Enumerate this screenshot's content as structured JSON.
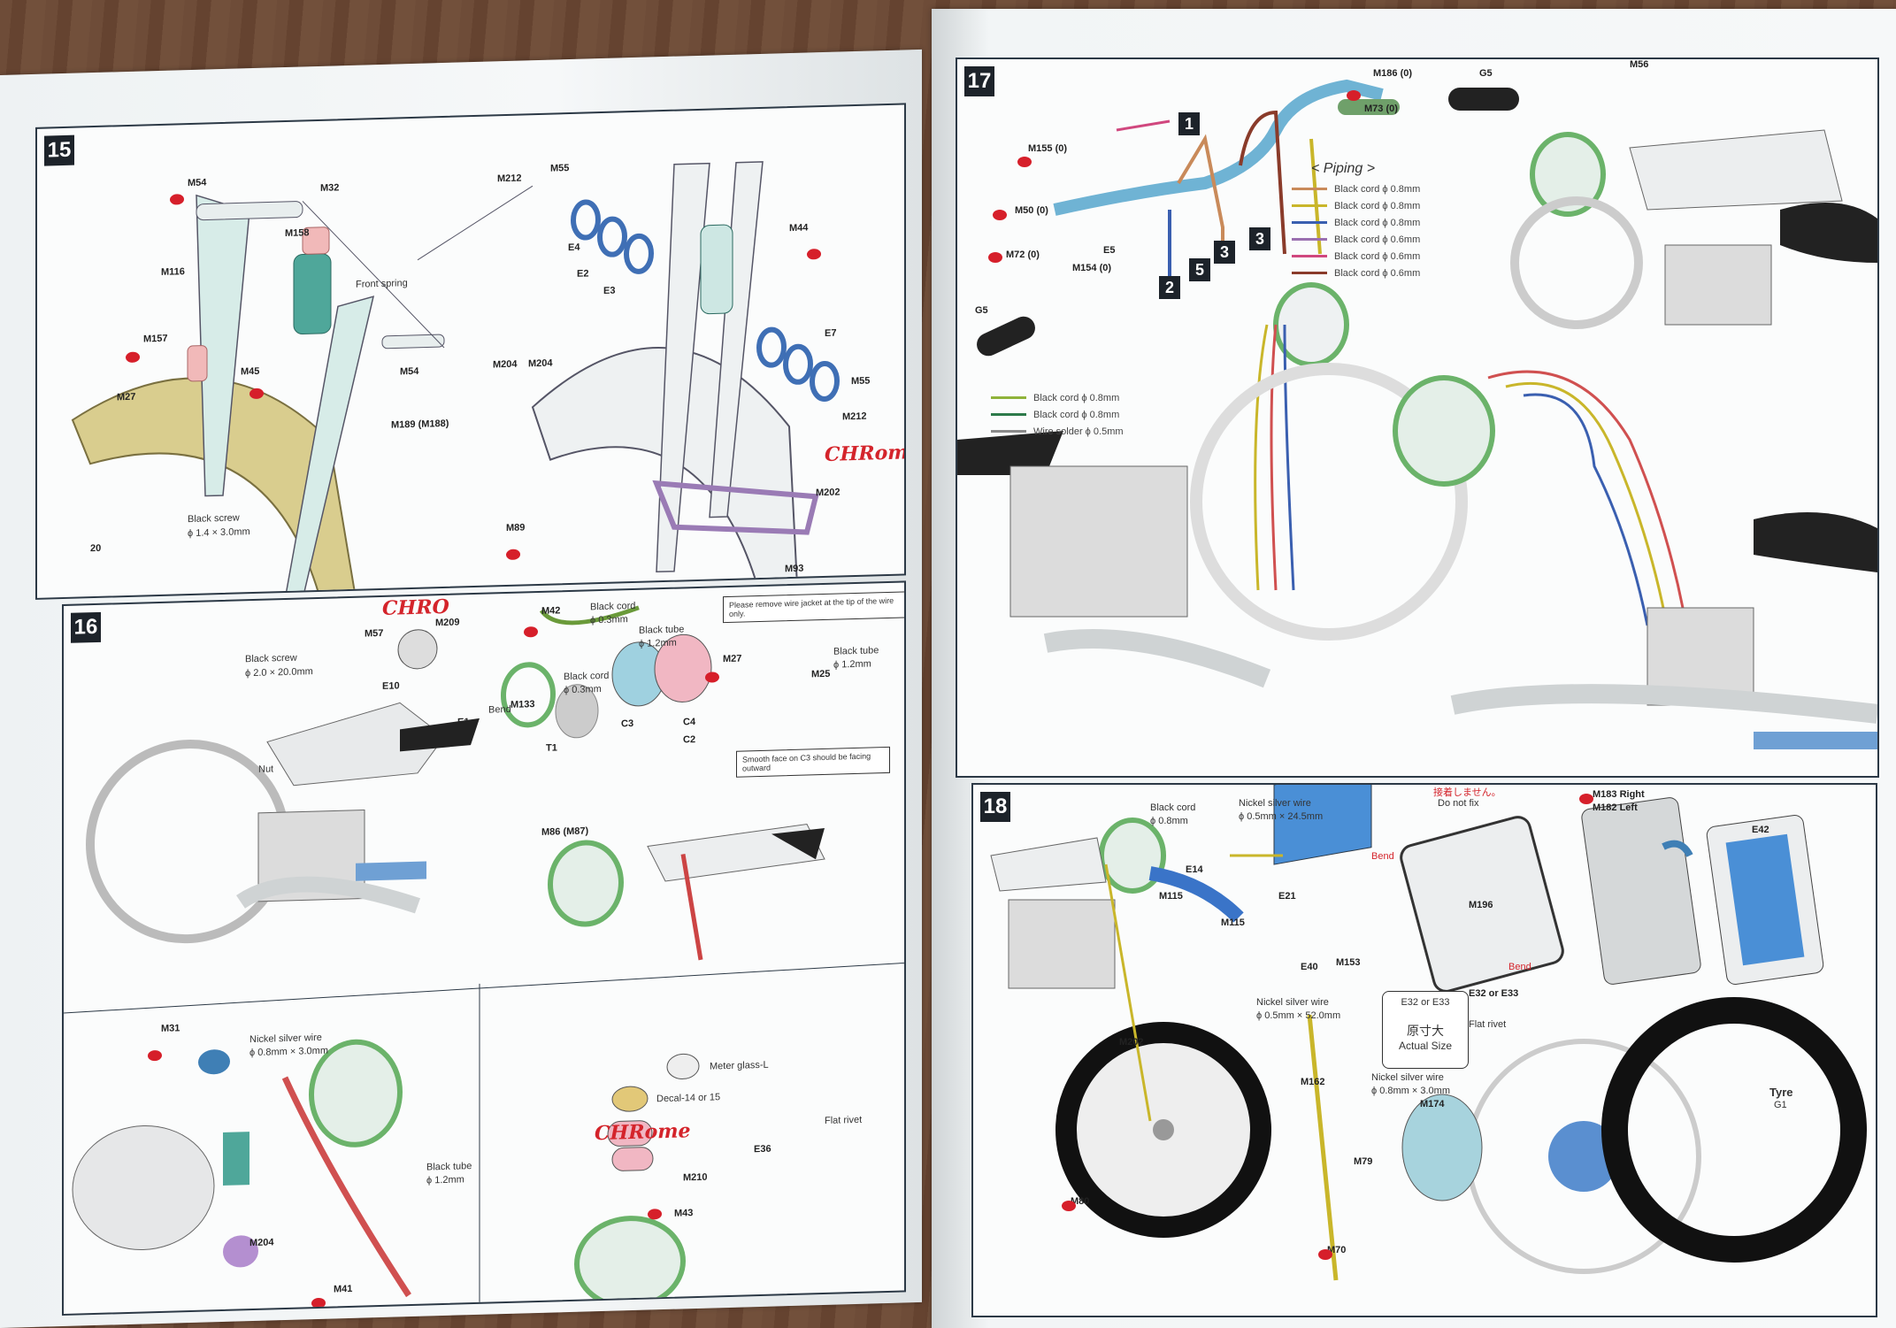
{
  "steps": {
    "s15": "15",
    "s16": "16",
    "s17": "17",
    "s18": "18"
  },
  "step15": {
    "parts": [
      "M54",
      "M32",
      "M158",
      "M116",
      "M157",
      "M45",
      "M27",
      "M54",
      "M189 (M188)",
      "M212",
      "M55",
      "M44",
      "E2",
      "E4",
      "E3",
      "M204",
      "M204",
      "E7",
      "M55",
      "M212",
      "M202",
      "M89",
      "M93",
      "20"
    ],
    "front_spring": "Front spring",
    "black_screw": "Black screw",
    "black_screw_size": "ϕ 1.4 × 3.0mm",
    "handwriting": "CHRome"
  },
  "step16": {
    "parts": [
      "M57",
      "M209",
      "E10",
      "M42",
      "M133",
      "E1",
      "M27",
      "M25",
      "C3",
      "C4",
      "C2",
      "T1",
      "M86 (M87)",
      "M31",
      "M204",
      "M41",
      "M43",
      "M210",
      "E36"
    ],
    "black_screw": "Black screw",
    "black_screw_size": "ϕ 2.0 × 20.0mm",
    "black_cord_1": "Black cord",
    "black_cord_1_size": "ϕ 0.3mm",
    "black_cord_2": "Black cord",
    "black_cord_2_size": "ϕ 0.3mm",
    "black_tube_1": "Black tube",
    "black_tube_1_size": "ϕ 1.2mm",
    "black_tube_2": "Black tube",
    "black_tube_2_size": "ϕ 1.2mm",
    "black_tube_3": "Black tube",
    "black_tube_3_size": "ϕ 1.2mm",
    "bend": "Bend",
    "nut": "Nut",
    "note_wire": "Please remove wire jacket at the tip of the wire only.",
    "note_lens": "Smooth face on C3 should be facing outward",
    "nickel_wire": "Nickel silver wire",
    "nickel_wire_size": "ϕ 0.8mm × 3.0mm",
    "meter_glass": "Meter glass-L",
    "decal": "Decal-14 or 15",
    "flat_rivet": "Flat rivet",
    "handwriting_1": "CHRO",
    "handwriting_2": "CHRome"
  },
  "step17": {
    "parts": [
      "M186 (0)",
      "M73 (0)",
      "G5",
      "M56",
      "M155 (0)",
      "M50 (0)",
      "M72 (0)",
      "M154 (0)",
      "E5",
      "G5"
    ],
    "num_tags": [
      "1",
      "2",
      "3",
      "3",
      "5"
    ],
    "piping_title": "< Piping >",
    "piping_items": [
      {
        "label": "Black cord ϕ 0.8mm",
        "color": "#c98a5a"
      },
      {
        "label": "Black cord ϕ 0.8mm",
        "color": "#c9b62a"
      },
      {
        "label": "Black cord ϕ 0.8mm",
        "color": "#3a5fb0"
      },
      {
        "label": "Black cord ϕ 0.6mm",
        "color": "#9a6fb0"
      },
      {
        "label": "Black cord ϕ 0.6mm",
        "color": "#d0477e"
      },
      {
        "label": "Black cord ϕ 0.6mm",
        "color": "#8a3b2a"
      }
    ],
    "cord_legend": [
      {
        "label": "Black cord ϕ 0.8mm",
        "color": "#8fb33a"
      },
      {
        "label": "Black cord ϕ 0.8mm",
        "color": "#2d7a4a"
      },
      {
        "label": "Wire solder ϕ 0.5mm",
        "color": "#8a8a8a"
      }
    ]
  },
  "step18": {
    "parts": [
      "M115",
      "E14",
      "M115",
      "E21",
      "M196",
      "M183 Right",
      "M182 Left",
      "E42",
      "E40",
      "M153",
      "E32 or E33",
      "M202",
      "M162",
      "M174",
      "M79",
      "M80",
      "M70"
    ],
    "black_cord": "Black cord",
    "black_cord_size": "ϕ 0.8mm",
    "nickel_wire_1": "Nickel silver wire",
    "nickel_wire_1_size": "ϕ 0.5mm × 24.5mm",
    "nickel_wire_2": "Nickel silver wire",
    "nickel_wire_2_size": "ϕ 0.5mm × 52.0mm",
    "nickel_wire_3": "Nickel silver wire",
    "nickel_wire_3_size": "ϕ 0.8mm × 3.0mm",
    "do_not_fix_jp": "接着しません。",
    "do_not_fix": "Do not fix",
    "bend_1": "Bend",
    "bend_2": "Bend",
    "flat_rivet": "Flat rivet",
    "actual_size_label": "E32 or E33",
    "actual_size_jp": "原寸大",
    "actual_size": "Actual Size",
    "tyre": "Tyre",
    "tyre_part": "G1"
  }
}
